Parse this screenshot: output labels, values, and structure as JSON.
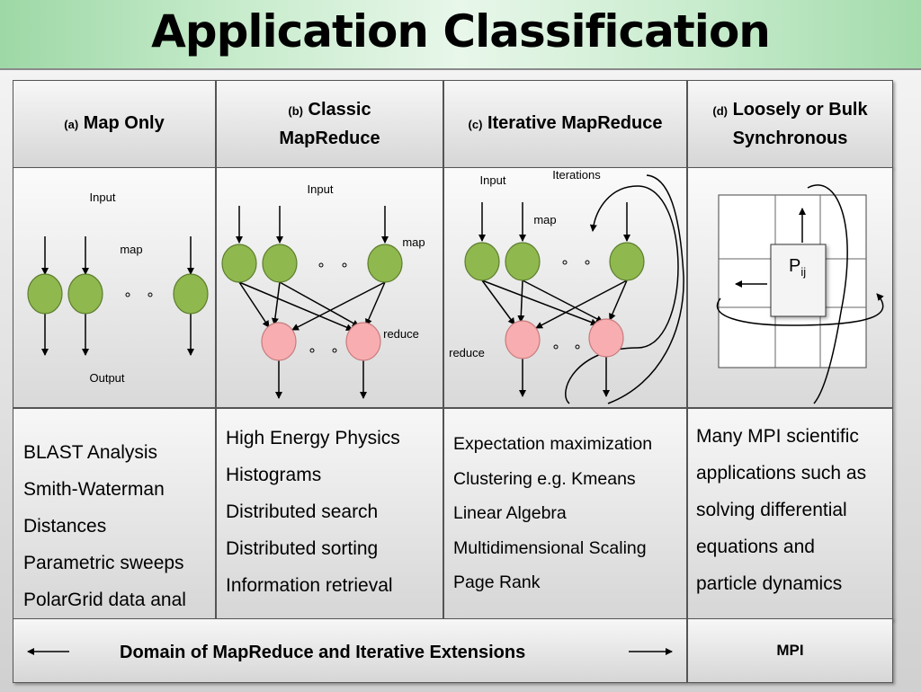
{
  "title": "Application Classification",
  "columns": [
    {
      "tag": "(a)",
      "heading": "Map Only"
    },
    {
      "tag": "(b)",
      "heading_line1": "Classic",
      "heading_line2": "MapReduce"
    },
    {
      "tag": "(c)",
      "heading": "Iterative MapReduce"
    },
    {
      "tag": "(d)",
      "heading_line1": "Loosely or Bulk",
      "heading_line2": "Synchronous"
    }
  ],
  "diagrams": {
    "a": {
      "input": "Input",
      "map": "map",
      "output": "Output"
    },
    "b": {
      "input": "Input",
      "map": "map",
      "reduce": "reduce"
    },
    "c": {
      "input": "Input",
      "iterations": "Iterations",
      "map": "map",
      "reduce": "reduce"
    },
    "d": {
      "cell_label": "P",
      "cell_subscript": "ij"
    }
  },
  "examples": {
    "a": [
      "BLAST Analysis",
      "Smith-Waterman",
      "Distances",
      "Parametric sweeps",
      "PolarGrid data anal"
    ],
    "b": [
      "High Energy Physics",
      "Histograms",
      "Distributed search",
      "Distributed sorting",
      "Information retrieval"
    ],
    "c": [
      "Expectation maximization",
      "Clustering e.g. Kmeans",
      "Linear Algebra",
      "Multidimensional Scaling",
      "Page Rank"
    ],
    "d": [
      "Many MPI scientific",
      "applications such as",
      "solving differential",
      "equations and",
      "particle dynamics"
    ]
  },
  "footer": {
    "domain_label": "Domain of MapReduce and Iterative Extensions",
    "mpi_label": "MPI"
  },
  "colors": {
    "map_node": "#8fb84f",
    "reduce_node": "#f8aeb0",
    "background": "#a8dcb0"
  }
}
